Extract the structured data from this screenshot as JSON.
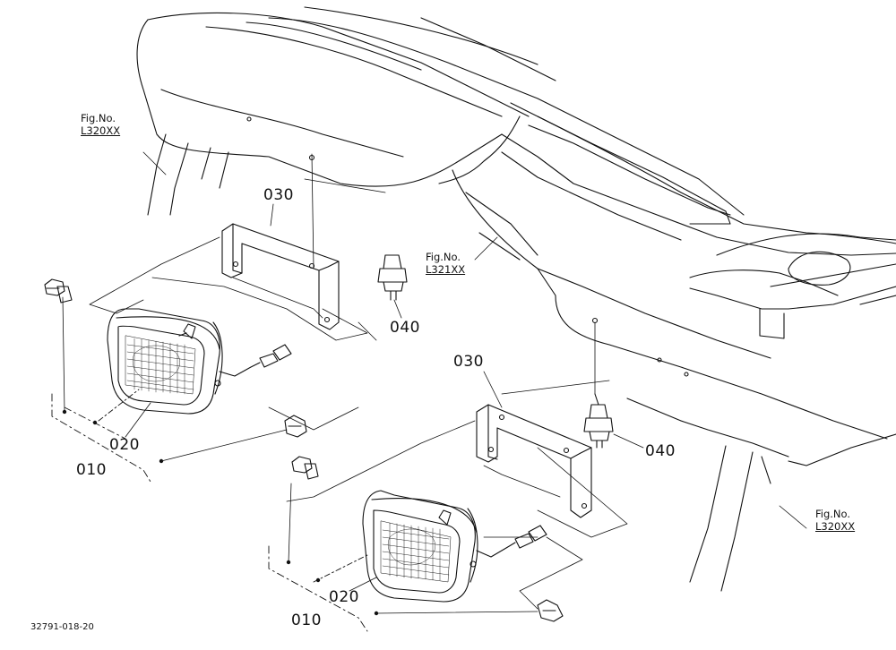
{
  "figure_refs": [
    {
      "id": "top-left",
      "line1": "Fig.No.",
      "line2": "L320XX"
    },
    {
      "id": "middle",
      "line1": "Fig.No.",
      "line2": "L321XX"
    },
    {
      "id": "bottom-right",
      "line1": "Fig.No.",
      "line2": "L320XX"
    }
  ],
  "parts": {
    "bracket_upper": "030",
    "bracket_lower": "030",
    "switch_upper": "040",
    "switch_lower": "040",
    "lamp_upper": "020",
    "lamp_lower": "020",
    "assembly_upper": "010",
    "assembly_lower": "010"
  },
  "drawing_code": "32791-018-20"
}
